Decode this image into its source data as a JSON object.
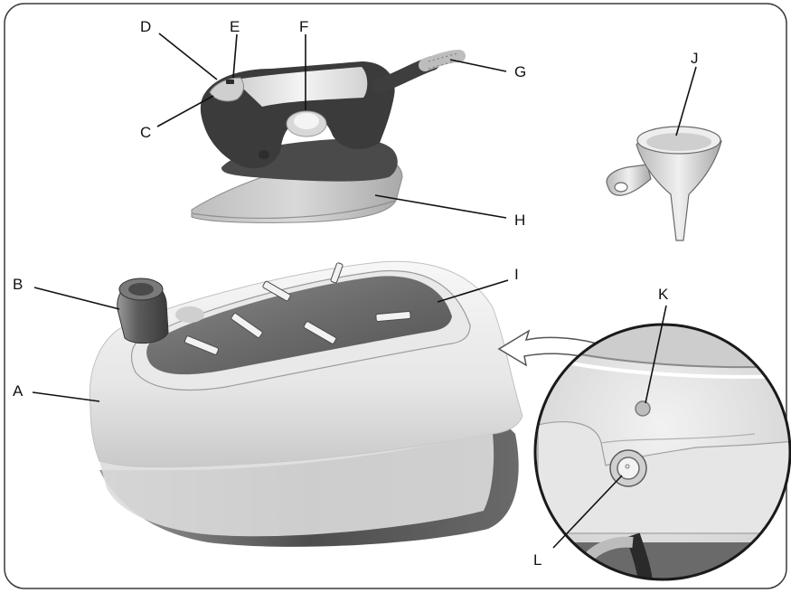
{
  "labels": {
    "A": "A",
    "B": "B",
    "C": "C",
    "D": "D",
    "E": "E",
    "F": "F",
    "G": "G",
    "H": "H",
    "I": "I",
    "J": "J",
    "K": "K",
    "L": "L"
  },
  "colors": {
    "frame": "#3a3a3a",
    "handle_dark": "#3b3b3b",
    "handle_light": "#e6e6e6",
    "soleplate": "#b9b9b9",
    "base_body": "#eeeeee",
    "base_top_plate": "#6f6f6f",
    "base_underside": "#5a5a5a",
    "funnel": "#d4d4d4",
    "arrow_outline": "#555555"
  }
}
